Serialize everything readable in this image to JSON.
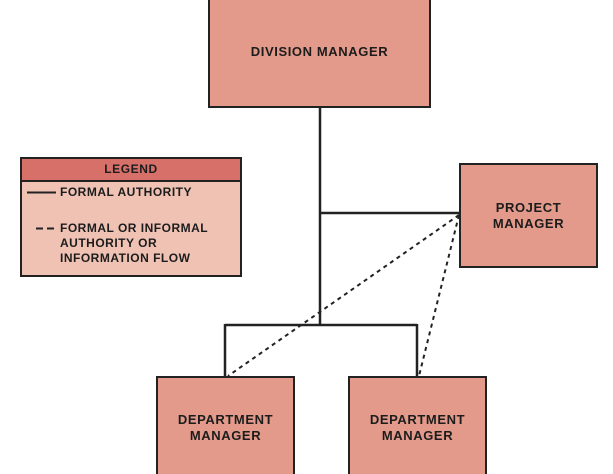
{
  "nodes": {
    "division_manager": "DIVISION MANAGER",
    "project_manager": "PROJECT\nMANAGER",
    "department_manager_1": "DEPARTMENT\nMANAGER",
    "department_manager_2": "DEPARTMENT\nMANAGER"
  },
  "legend": {
    "title": "LEGEND",
    "items": [
      {
        "style": "solid",
        "label": "FORMAL AUTHORITY"
      },
      {
        "style": "dashed",
        "label": "FORMAL OR INFORMAL\nAUTHORITY OR\nINFORMATION FLOW"
      }
    ]
  },
  "edges": [
    {
      "from": "DIVISION MANAGER",
      "to": "PROJECT MANAGER",
      "style": "solid"
    },
    {
      "from": "DIVISION MANAGER",
      "to": "DEPARTMENT MANAGER (left)",
      "style": "solid"
    },
    {
      "from": "DIVISION MANAGER",
      "to": "DEPARTMENT MANAGER (right)",
      "style": "solid"
    },
    {
      "from": "PROJECT MANAGER",
      "to": "DEPARTMENT MANAGER (left)",
      "style": "dashed"
    },
    {
      "from": "PROJECT MANAGER",
      "to": "DEPARTMENT MANAGER (right)",
      "style": "dashed"
    }
  ],
  "colors": {
    "box_fill": "#e39a8a",
    "legend_fill": "#efc2b4",
    "legend_header_fill": "#d8706a",
    "line": "#222222"
  }
}
